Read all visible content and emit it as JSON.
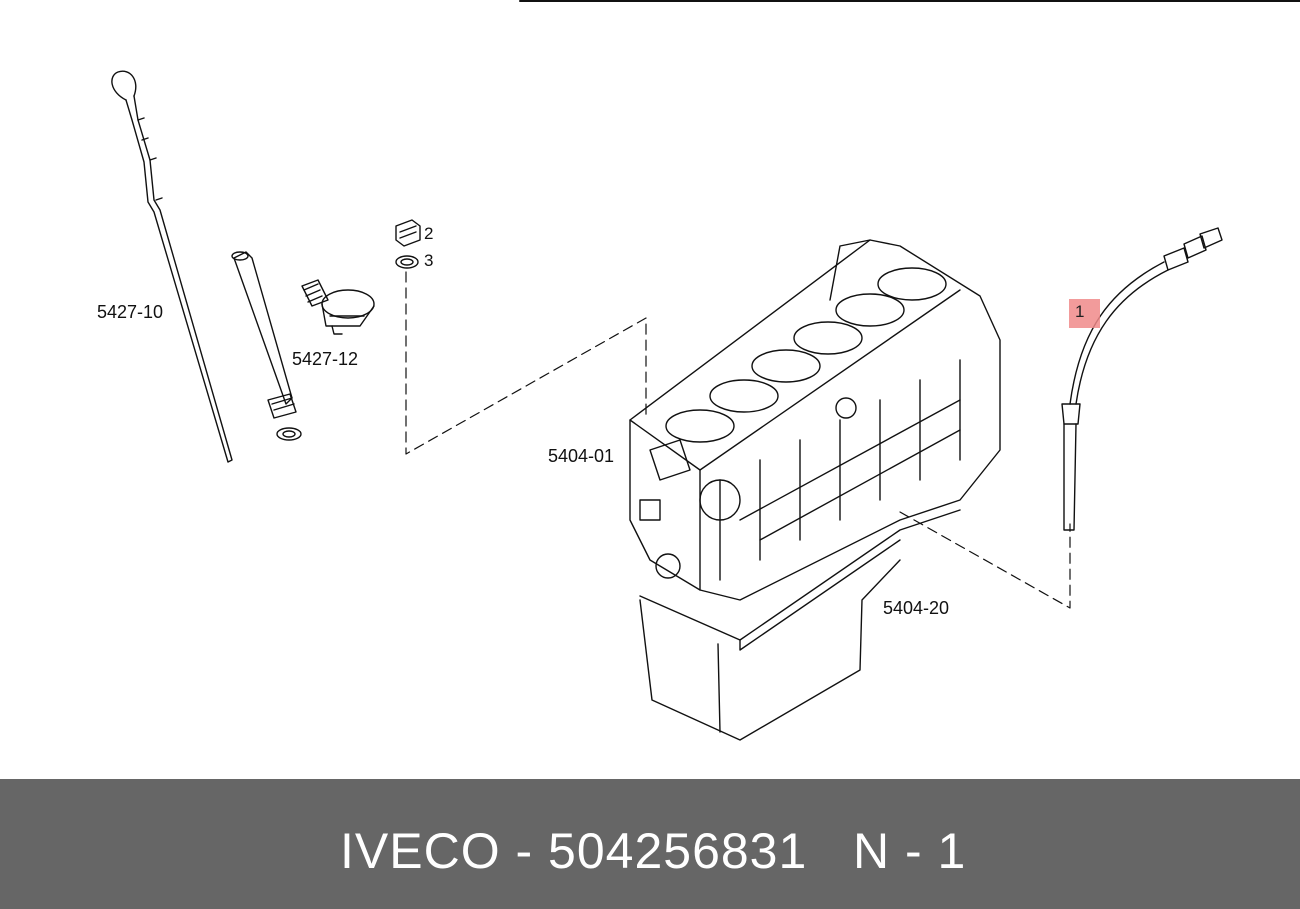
{
  "colors": {
    "background": "#ffffff",
    "line": "#111111",
    "footer_bg": "#666666",
    "footer_text": "#ffffff",
    "callout_highlight": "#f08a8a"
  },
  "labels": {
    "dipstick": "5427-10",
    "clip": "5427-12",
    "plug_part": "2",
    "washer_part": "3",
    "engine_block": "5404-01",
    "oil_pan": "5404-20",
    "sensor_callout": "1"
  },
  "footer": {
    "brand_part": "IVECO - 504256831",
    "qty": "N - 1"
  }
}
